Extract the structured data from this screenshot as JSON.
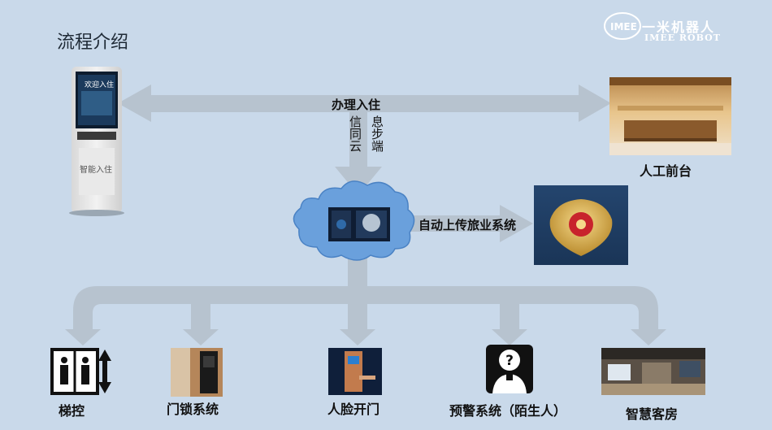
{
  "page": {
    "title": "流程介绍"
  },
  "brand": {
    "logo_text": "IMEE",
    "name_cn": "一米机器人",
    "name_en": "IMEE ROBOT"
  },
  "kiosk": {
    "screen_text": "欢迎入住",
    "panel_text": "智能入住"
  },
  "flow": {
    "checkin_label": "办理入住",
    "sync_text": [
      "信息",
      "同步",
      "云端"
    ],
    "upload_label": "自动上传旅业系统",
    "front_desk_label": "人工前台"
  },
  "outputs": [
    {
      "label": "梯控",
      "icon": "elevator-icon"
    },
    {
      "label": "门锁系统",
      "icon": "door-lock-icon"
    },
    {
      "label": "人脸开门",
      "icon": "face-door-icon"
    },
    {
      "label": "预警系统（陌生人）",
      "icon": "stranger-alert-icon"
    },
    {
      "label": "智慧客房",
      "icon": "smart-room-icon"
    }
  ],
  "colors": {
    "background": "#c9d9ea",
    "arrow": "#b7c3cf",
    "cloud": "#6aa0dc"
  }
}
